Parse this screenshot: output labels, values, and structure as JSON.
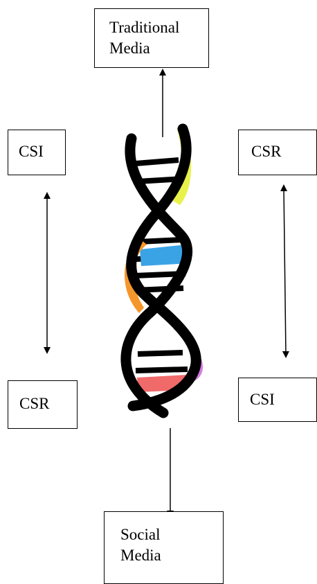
{
  "top_box": {
    "line1": "Traditional",
    "line2": "Media"
  },
  "left_top_box": {
    "label": "CSI"
  },
  "right_top_box": {
    "label": "CSR"
  },
  "left_bottom_box": {
    "label": "CSR"
  },
  "right_bottom_box": {
    "label": "CSI"
  },
  "bottom_box": {
    "line1": "Social",
    "line2": "Media"
  },
  "colors": {
    "strand": "#000000",
    "segment_yellow": "#e8f24a",
    "segment_blue": "#3aa3e6",
    "segment_orange": "#f5962a",
    "segment_purple": "#d67be3",
    "segment_red": "#f06a6a"
  }
}
